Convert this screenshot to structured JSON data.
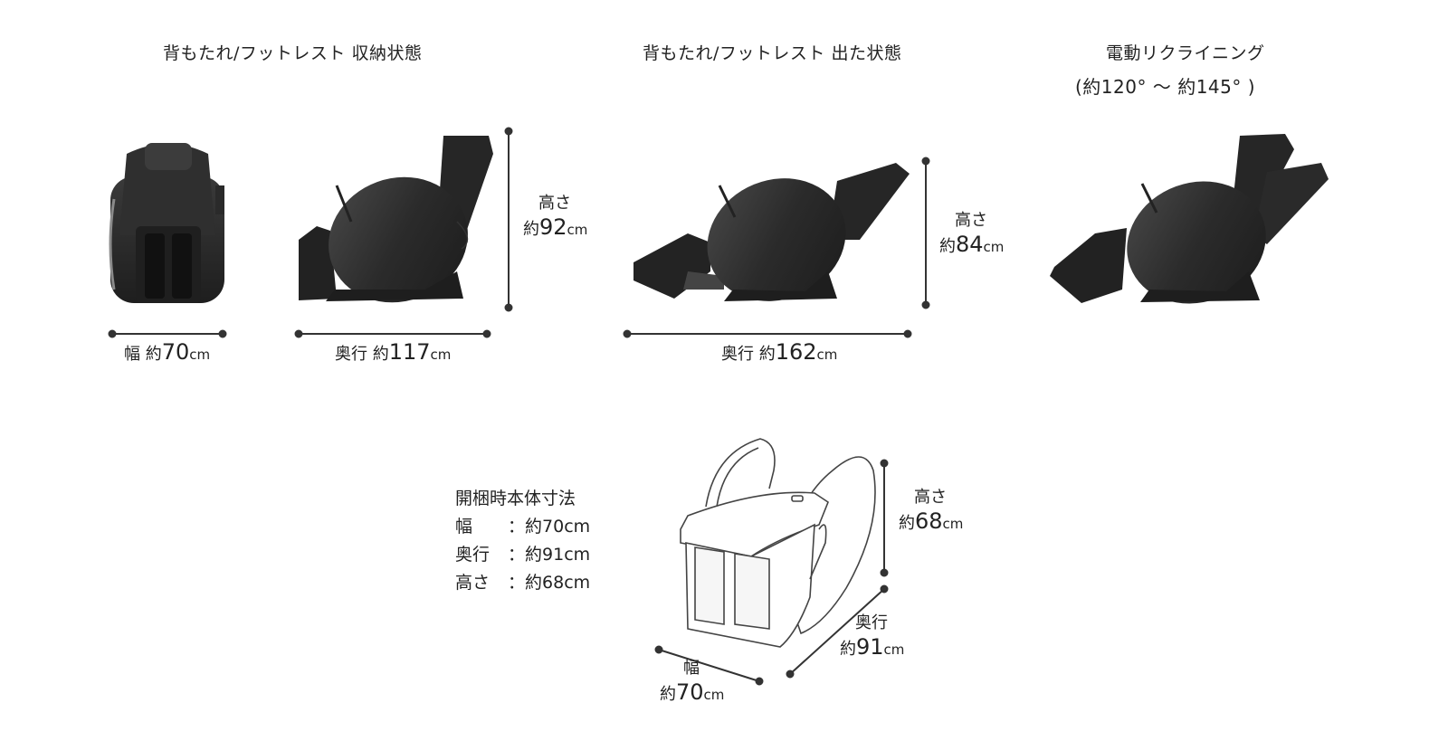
{
  "sections": {
    "stored": {
      "title": "背もたれ/フットレスト 収納状態",
      "width_label": {
        "prefix": "幅 約",
        "value": "70",
        "unit": "cm"
      },
      "depth_label": {
        "prefix": "奥行 約",
        "value": "117",
        "unit": "cm"
      },
      "height_label": {
        "line1": "高さ",
        "prefix": "約",
        "value": "92",
        "unit": "cm"
      }
    },
    "extended": {
      "title": "背もたれ/フットレスト 出た状態",
      "depth_label": {
        "prefix": "奥行 約",
        "value": "162",
        "unit": "cm"
      },
      "height_label": {
        "line1": "高さ",
        "prefix": "約",
        "value": "84",
        "unit": "cm"
      }
    },
    "recline": {
      "title": "電動リクライニング",
      "subtitle": "(約120°  ～  約145° )"
    },
    "unboxed": {
      "title": "開梱時本体寸法",
      "specs": [
        {
          "key": "幅",
          "sep": "：",
          "value": "約70cm"
        },
        {
          "key": "奥行",
          "sep": "：",
          "value": "約91cm"
        },
        {
          "key": "高さ",
          "sep": "：",
          "value": "約68cm"
        }
      ],
      "height_label": {
        "line1": "高さ",
        "prefix": "約",
        "value": "68",
        "unit": "cm"
      },
      "depth_label": {
        "line1": "奥行",
        "prefix": "約",
        "value": "91",
        "unit": "cm"
      },
      "width_label": {
        "line1": "幅",
        "prefix": "約",
        "value": "70",
        "unit": "cm"
      }
    }
  },
  "colors": {
    "chair": "#2a2a2a",
    "chair_highlight": "#5a5a5a",
    "line": "#333333",
    "outline": "#444444"
  }
}
